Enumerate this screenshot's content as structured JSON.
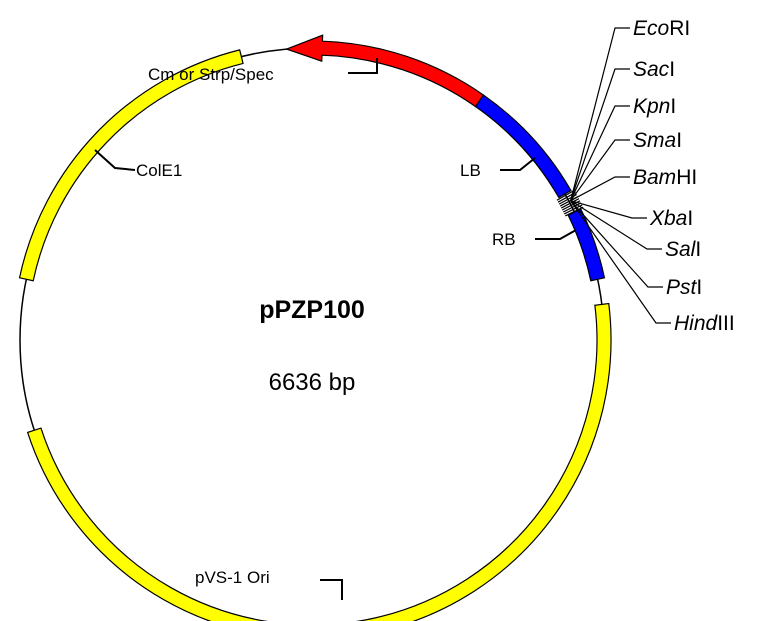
{
  "plasmid": {
    "name": "pPZP100",
    "size_label": "6636 bp"
  },
  "colors": {
    "backbone_fill": "#ffff00",
    "marker": "#ff0000",
    "tdna": "#0000ff",
    "outline": "#000000"
  },
  "features": {
    "marker_label": "Cm or Strp/Spec",
    "cole1_label": "ColE1",
    "pvs1_label": "pVS-1 Ori",
    "lb_label": "LB",
    "rb_label": "RB"
  },
  "sites": [
    {
      "italic": "Eco",
      "suffix": "RI"
    },
    {
      "italic": "Sac",
      "suffix": "I"
    },
    {
      "italic": "Kpn",
      "suffix": "I"
    },
    {
      "italic": "Sma",
      "suffix": "I"
    },
    {
      "italic": "Bam",
      "suffix": "HI"
    },
    {
      "italic": "Xba",
      "suffix": "I"
    },
    {
      "italic": "Sal",
      "suffix": "I"
    },
    {
      "italic": "Pst",
      "suffix": "I"
    },
    {
      "italic": "Hind",
      "suffix": "III"
    }
  ]
}
